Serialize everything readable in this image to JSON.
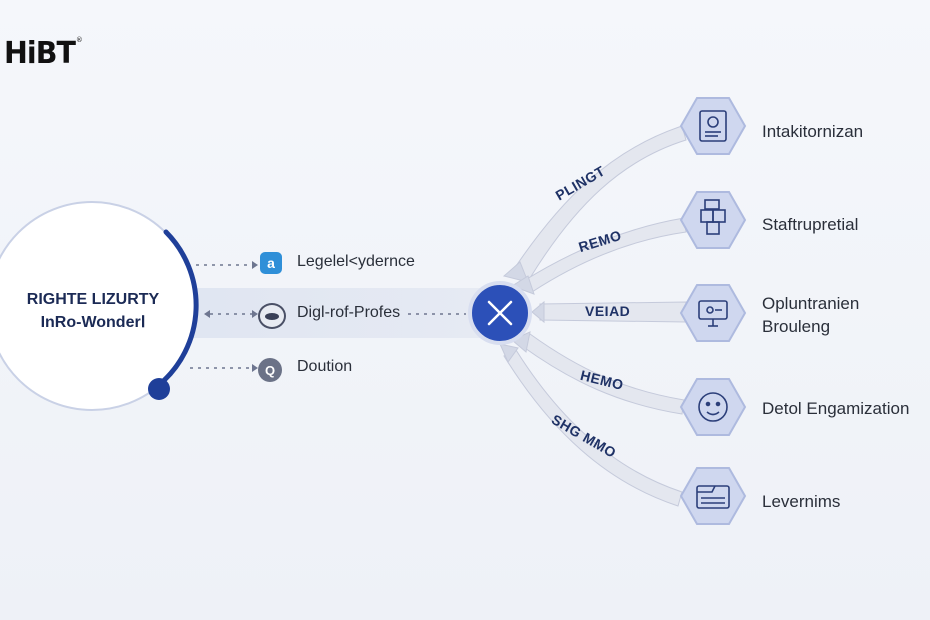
{
  "logo": {
    "text": "HiBT",
    "mark": "®"
  },
  "hub": {
    "line1": "RIGHTE LIZURTY",
    "line2": "InRo-WonderⅠ"
  },
  "inputs": [
    {
      "label": "Legelel<ydernce",
      "icon": "letter-a-icon",
      "glyph": "a"
    },
    {
      "label": "Digl-rof-Profes",
      "icon": "eye-icon"
    },
    {
      "label": "Doution",
      "icon": "search-icon",
      "glyph": "Q"
    }
  ],
  "arrows": [
    {
      "label": "PLINGT"
    },
    {
      "label": "REMO"
    },
    {
      "label": "VEIAD"
    },
    {
      "label": "HEMO"
    },
    {
      "label": "SHG MMO"
    }
  ],
  "outputs": [
    {
      "line1": "Intakitornizan",
      "line2": "",
      "icon": "document-icon"
    },
    {
      "line1": "Staftrupretial",
      "line2": "",
      "icon": "cubes-icon"
    },
    {
      "line1": "Opluntranien",
      "line2": "Brouleng",
      "icon": "monitor-icon"
    },
    {
      "line1": "Detol Engamization",
      "line2": "",
      "icon": "face-badge-icon"
    },
    {
      "line1": "Levernims",
      "line2": "",
      "icon": "folder-icon"
    }
  ],
  "colors": {
    "accent": "#1f3f99",
    "hex_fill": "#cfd7ef",
    "hex_stroke": "#aebadf",
    "arrow_fill": "#e4e7ef"
  }
}
